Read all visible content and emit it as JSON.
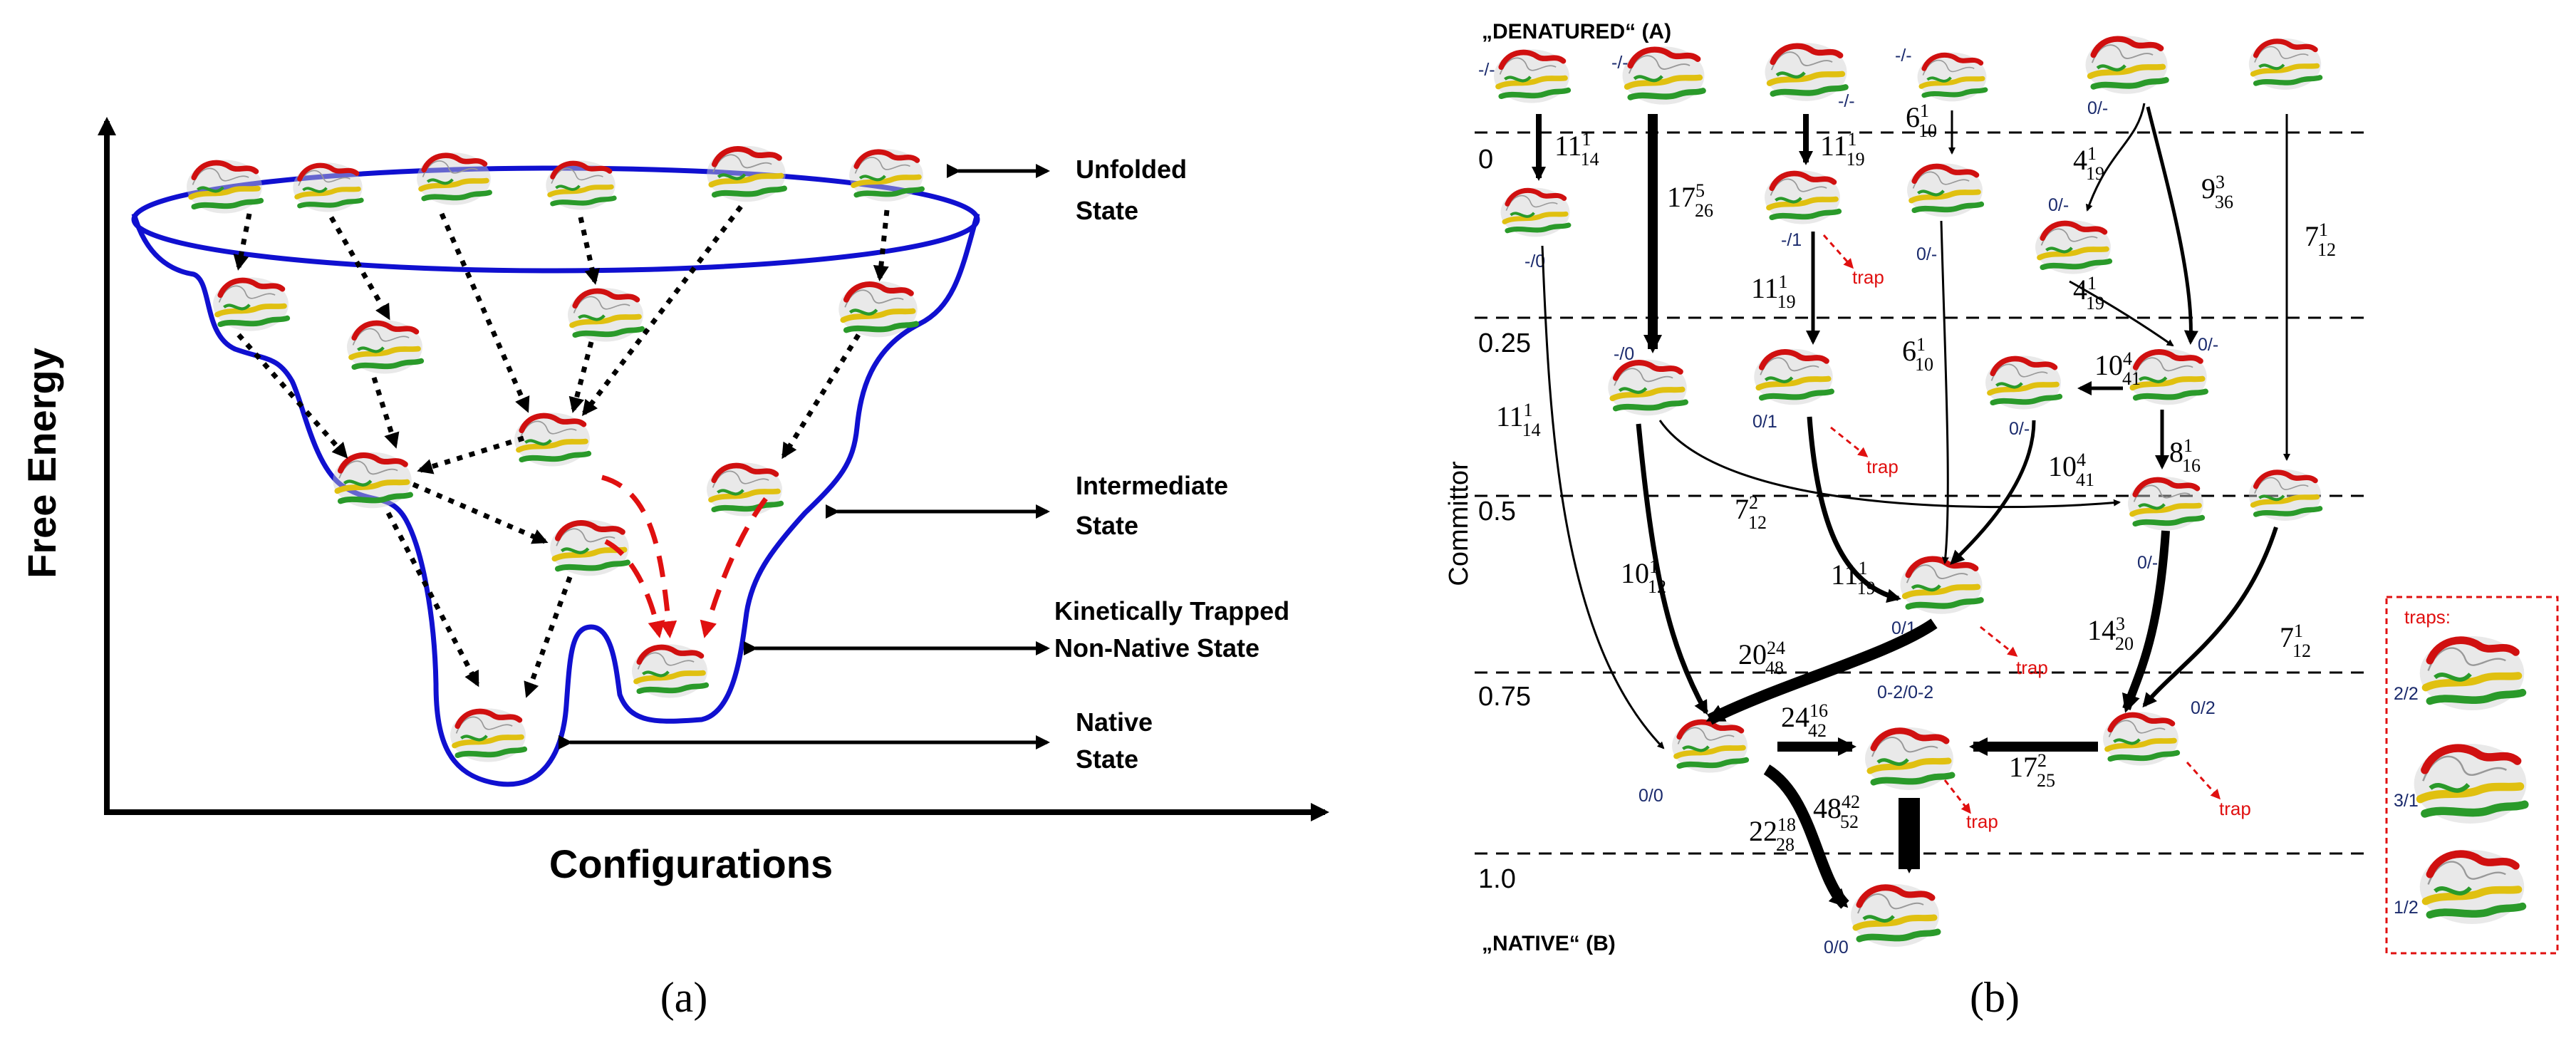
{
  "panel_a": {
    "caption": "(a)",
    "y_axis_label": "Free Energy",
    "x_axis_label": "Configurations",
    "states": {
      "unfolded": [
        "Unfolded",
        "State"
      ],
      "intermediate": [
        "Intermediate",
        "State"
      ],
      "trapped": [
        "Kinetically Trapped",
        "Non-Native State"
      ],
      "native": [
        "Native",
        "State"
      ]
    },
    "colors": {
      "funnel": "#1010d0",
      "trap_path": "#e01010",
      "helix": "#d01010",
      "strand_a": "#e0c010",
      "strand_b": "#2a9a2a"
    }
  },
  "panel_b": {
    "caption": "(b)",
    "denatured_label": "„DENATURED“ (A)",
    "native_label": "„NATIVE“ (B)",
    "committor_label": "Committor",
    "committor_ticks": [
      "0",
      "0.25",
      "0.5",
      "0.75",
      "1.0"
    ],
    "trap_label": "trap",
    "traps_box_title": "traps:",
    "traps_box_labels": [
      "2/2",
      "3/1",
      "1/2"
    ],
    "conformation_labels": [
      "-/-",
      "-/-",
      "-/-",
      "-/-",
      "-/0",
      "-/1",
      "0/-",
      "0/-",
      "0/-",
      "-/0",
      "0/1",
      "0/-",
      "0/-",
      "0/-",
      "0/1",
      "0-2/0-2",
      "0/2",
      "0/0",
      "0/0"
    ],
    "rates": [
      {
        "base": "11",
        "sup": "1",
        "sub": "14"
      },
      {
        "base": "17",
        "sup": "5",
        "sub": "26"
      },
      {
        "base": "11",
        "sup": "1",
        "sub": "19"
      },
      {
        "base": "6",
        "sup": "1",
        "sub": "10"
      },
      {
        "base": "4",
        "sup": "1",
        "sub": "19"
      },
      {
        "base": "9",
        "sup": "3",
        "sub": "36"
      },
      {
        "base": "7",
        "sup": "1",
        "sub": "12"
      },
      {
        "base": "11",
        "sup": "1",
        "sub": "19"
      },
      {
        "base": "4",
        "sup": "1",
        "sub": "19"
      },
      {
        "base": "11",
        "sup": "1",
        "sub": "14"
      },
      {
        "base": "6",
        "sup": "1",
        "sub": "10"
      },
      {
        "base": "10",
        "sup": "4",
        "sub": "41"
      },
      {
        "base": "8",
        "sup": "1",
        "sub": "16"
      },
      {
        "base": "10",
        "sup": "4",
        "sub": "41"
      },
      {
        "base": "7",
        "sup": "2",
        "sub": "12"
      },
      {
        "base": "10",
        "sup": "1",
        "sub": "12"
      },
      {
        "base": "11",
        "sup": "1",
        "sub": "19"
      },
      {
        "base": "14",
        "sup": "3",
        "sub": "20"
      },
      {
        "base": "7",
        "sup": "1",
        "sub": "12"
      },
      {
        "base": "20",
        "sup": "24",
        "sub": "48"
      },
      {
        "base": "24",
        "sup": "16",
        "sub": "42"
      },
      {
        "base": "17",
        "sup": "2",
        "sub": "25"
      },
      {
        "base": "48",
        "sup": "42",
        "sub": "52"
      },
      {
        "base": "22",
        "sup": "18",
        "sub": "28"
      }
    ]
  }
}
